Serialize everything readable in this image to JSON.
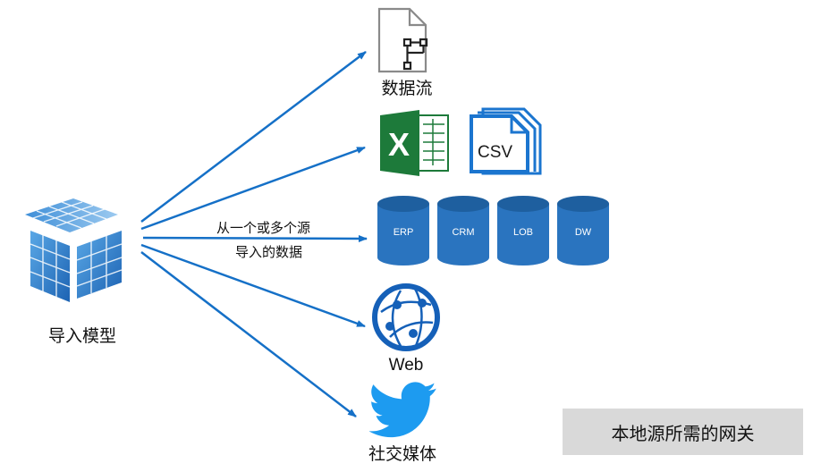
{
  "source": {
    "label": "导入模型",
    "icon": "tabular-model-cube-icon"
  },
  "center_label": {
    "line1": "从一个或多个源",
    "line2": "导入的数据"
  },
  "targets": {
    "dataflow": {
      "label": "数据流",
      "icon": "dataflow-document-icon"
    },
    "files": {
      "excel": {
        "letter": "X",
        "icon": "excel-icon"
      },
      "csv": {
        "text": "CSV",
        "icon": "csv-file-icon"
      }
    },
    "databases": [
      {
        "label": "ERP"
      },
      {
        "label": "CRM"
      },
      {
        "label": "LOB"
      },
      {
        "label": "DW"
      }
    ],
    "web": {
      "label": "Web",
      "icon": "globe-icon"
    },
    "social": {
      "label": "社交媒体",
      "icon": "twitter-bird-icon"
    }
  },
  "gateway": {
    "label": "本地源所需的网关"
  },
  "colors": {
    "arrow": "#1570c7",
    "database": "#2a74bf",
    "database_top": "#1e5f9f",
    "excel": "#1d7a3a",
    "csv": "#1b75cf",
    "globe": "#1560b8",
    "twitter": "#1d9bf0",
    "gateway_bg": "#d9d9d9"
  }
}
